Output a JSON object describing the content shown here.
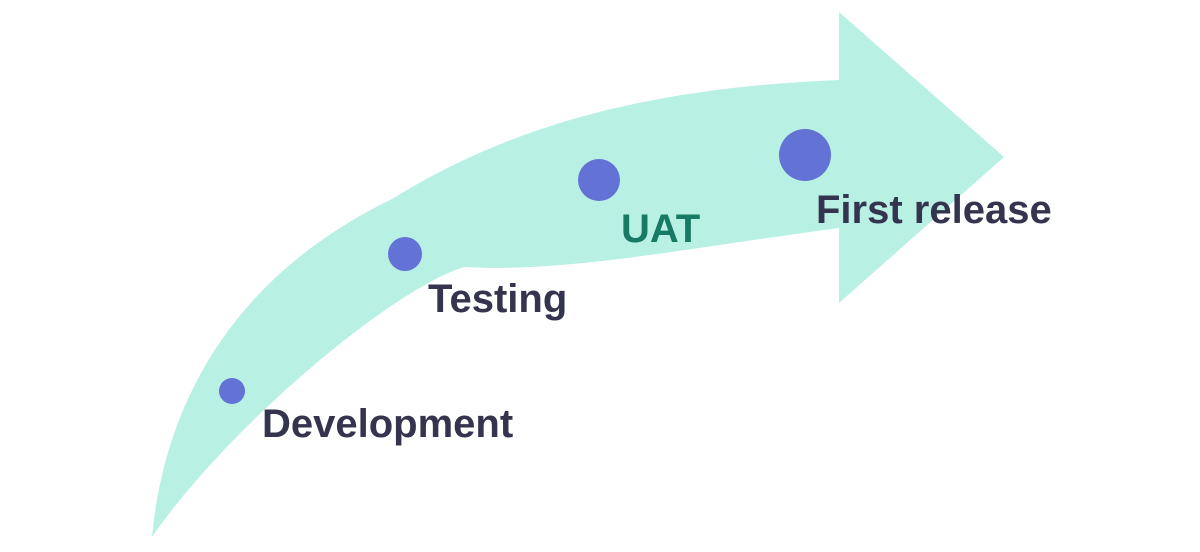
{
  "diagram": {
    "type": "roadmap-arrow",
    "direction": "up-right",
    "milestones": [
      {
        "label": "Development",
        "order": 1,
        "dot_size": "small"
      },
      {
        "label": "Testing",
        "order": 2,
        "dot_size": "medium"
      },
      {
        "label": "UAT",
        "order": 3,
        "dot_size": "large",
        "highlighted": true
      },
      {
        "label": "First release",
        "order": 4,
        "dot_size": "x-large"
      }
    ],
    "colors": {
      "arrow": "#b9f0e4",
      "dot": "#6372d5",
      "label": "#34344f",
      "highlight_label": "#177a65",
      "background": "#ffffff"
    }
  }
}
